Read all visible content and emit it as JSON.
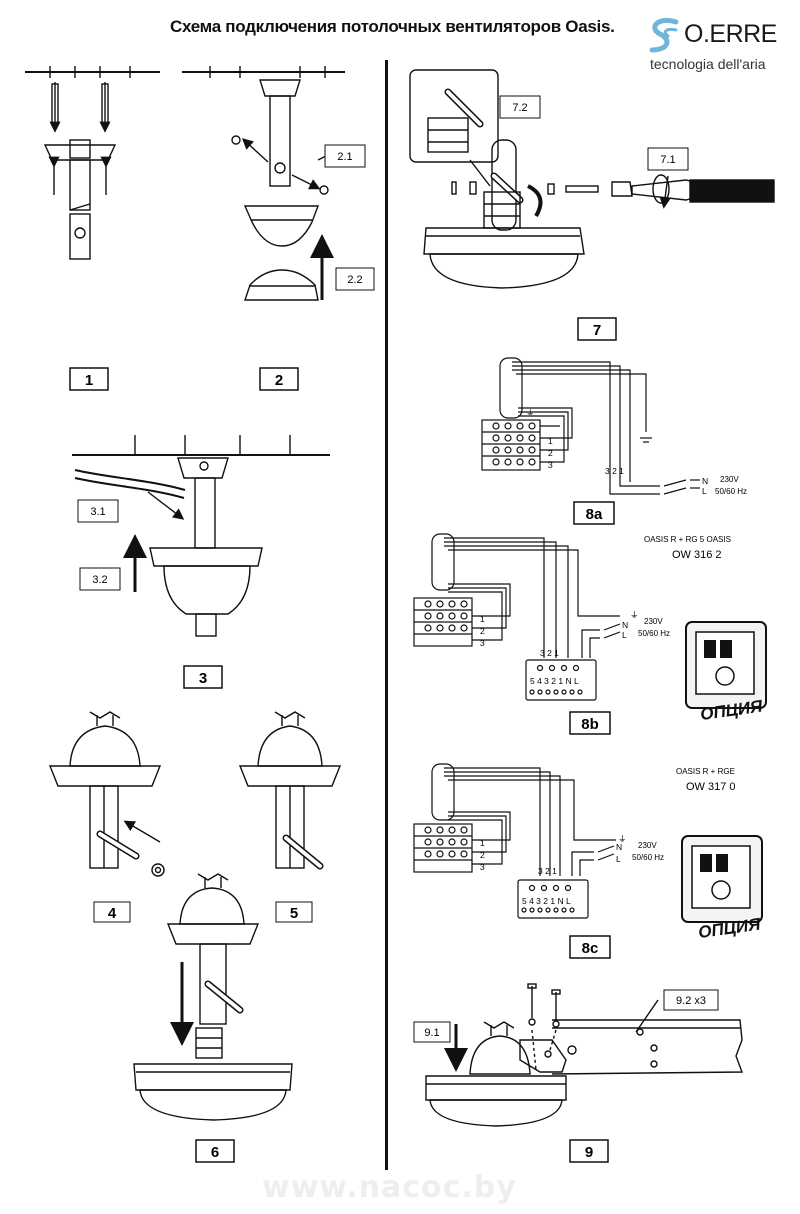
{
  "title": "Схема подключения потолочных вентиляторов Oasis.",
  "brand": {
    "name": "O.ERRE",
    "tagline": "tecnologia dell'aria",
    "logo_icon": "oerre-swirl-logo"
  },
  "steps": [
    "1",
    "2",
    "3",
    "4",
    "5",
    "6",
    "7",
    "8a",
    "8b",
    "8c",
    "9"
  ],
  "callouts": [
    "2.1",
    "2.2",
    "3.1",
    "3.2",
    "7.1",
    "7.2",
    "9.1",
    "9.2 x3"
  ],
  "terminals": [
    "1",
    "2",
    "3"
  ],
  "wire_numbers": "3 2 1",
  "supply": {
    "n": "N",
    "l": "L",
    "voltage": "230V",
    "frequency": "50/60 Hz",
    "earth": "⏚"
  },
  "controller_terminals": "5 4 3 2 1 N L",
  "variant_b": {
    "model": "OASIS R + RG 5 OASIS",
    "code": "OW 316 2",
    "option": "ОПЦИЯ"
  },
  "variant_c": {
    "model": "OASIS R + RGE",
    "code": "OW 317 0",
    "option": "ОПЦИЯ"
  },
  "watermark": "www.nacoc.by"
}
